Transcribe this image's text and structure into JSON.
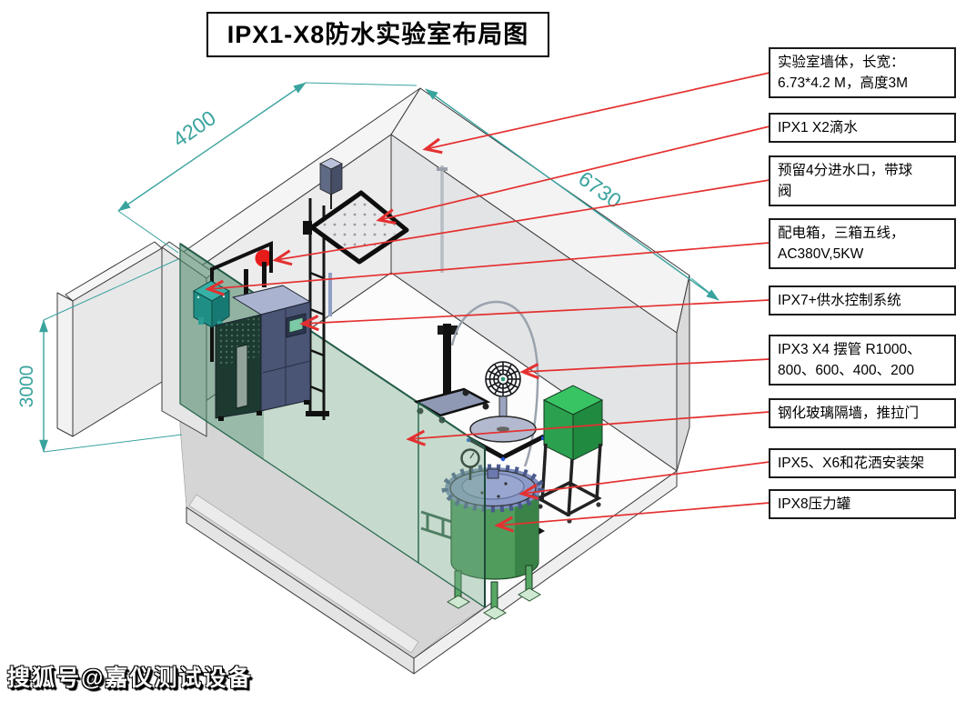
{
  "title": "IPX1-X8防水实验室布局图",
  "watermark": "搜狐号@嘉仪测试设备",
  "dimensions": {
    "left_wall": "4200",
    "right_wall": "6730",
    "wall_height": "3000"
  },
  "callouts": [
    {
      "id": "lab-wall",
      "text": "实验室墙体，长宽：\n6.73*4.2 M，高度3M"
    },
    {
      "id": "ipx1-x2",
      "text": "IPX1 X2滴水"
    },
    {
      "id": "water-inlet",
      "text": "预留4分进水口，带球\n阀"
    },
    {
      "id": "power-box",
      "text": "配电箱，三箱五线，\nAC380V,5KW"
    },
    {
      "id": "ipx7-supply",
      "text": "IPX7+供水控制系统"
    },
    {
      "id": "ipx3-x4",
      "text": "IPX3 X4 摆管 R1000、\n800、600、400、200"
    },
    {
      "id": "glass-wall",
      "text": "钢化玻璃隔墙，推拉门"
    },
    {
      "id": "ipx5-x6",
      "text": "IPX5、X6和花洒安装架"
    },
    {
      "id": "ipx8-tank",
      "text": "IPX8压力罐"
    }
  ],
  "colors": {
    "leader_red": "#e43030",
    "marker_red": "#e81b1b",
    "dimension_teal": "#3aa39e",
    "glass_green": "#7daf8c",
    "wall_gray": "#ececec",
    "cabinet_navy": "#4a5474",
    "cabinet_top": "#aab3cf",
    "tank_body_green": "#4f9c5c",
    "tank_lid_blue": "#7f8fc0",
    "equip_green": "#2ba04e",
    "distribution_teal": "#2aa79d"
  }
}
